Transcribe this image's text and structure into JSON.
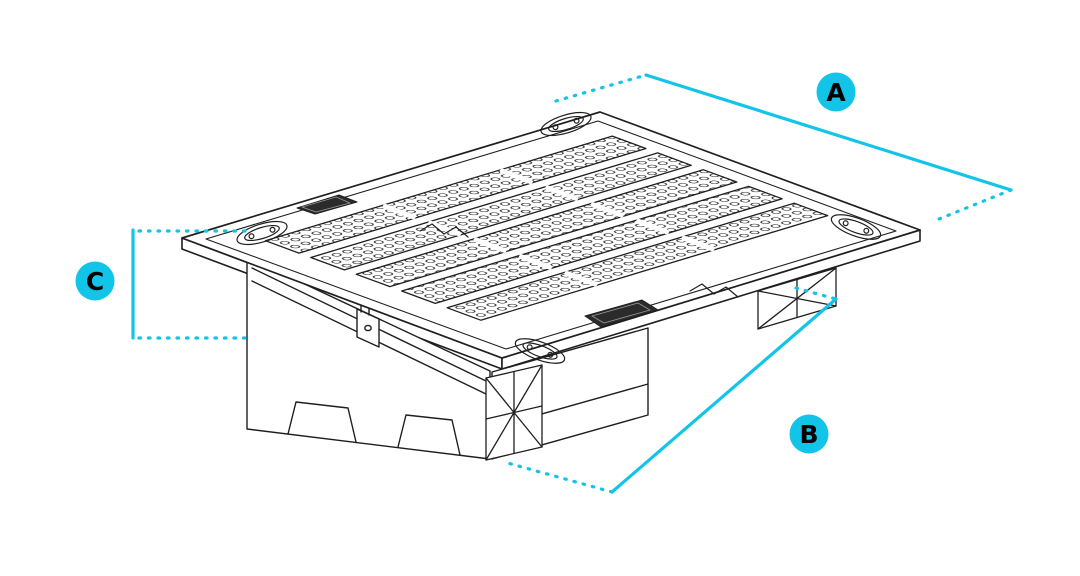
{
  "diagram": {
    "background": "#ffffff",
    "colors": {
      "accent": "#12C4E8",
      "line": "#1f1f1f",
      "label_text": "#000000"
    },
    "labels": {
      "a": "A",
      "b": "B",
      "c": "C"
    }
  }
}
